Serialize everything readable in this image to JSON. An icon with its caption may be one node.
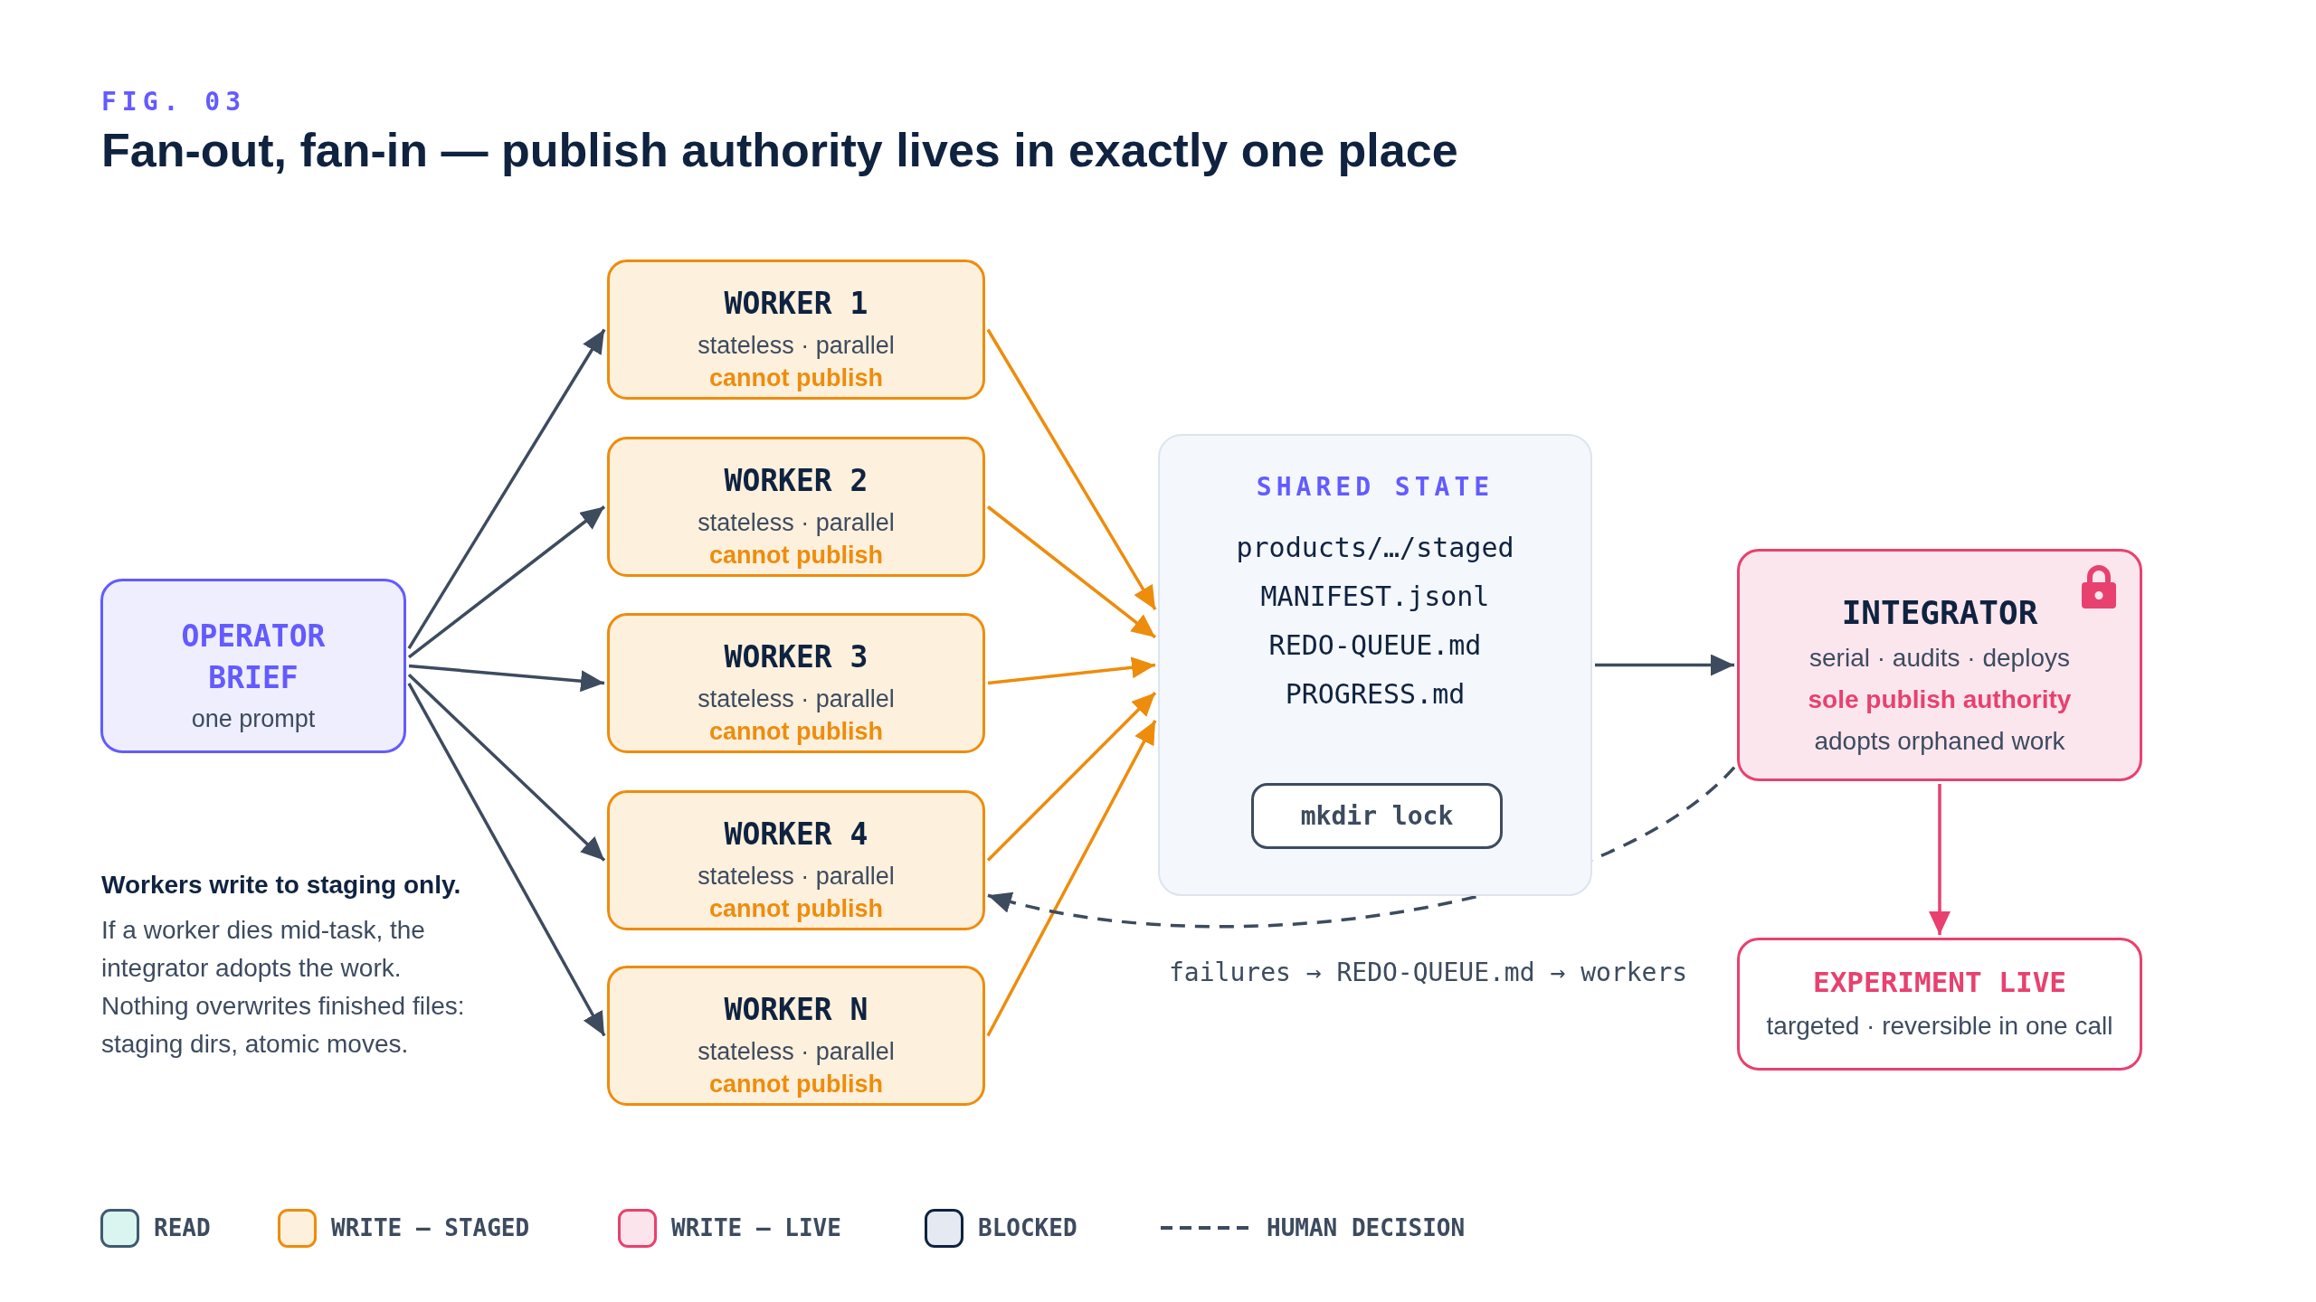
{
  "diagram": {
    "title": "Fan-out, fan-in — publish authority lives in exactly one place",
    "nodes": [
      {
        "text": [
          "OPERATOR BRIEF",
          "one prompt"
        ]
      },
      {
        "text": [
          "WORKER 1",
          "stateless · parallel",
          "cannot publish"
        ]
      },
      {
        "text": [
          "WORKER 2",
          "stateless · parallel",
          "cannot publish"
        ]
      },
      {
        "text": [
          "WORKER 3",
          "stateless · parallel",
          "cannot publish"
        ]
      },
      {
        "text": [
          "WORKER 4",
          "stateless · parallel",
          "cannot publish"
        ]
      },
      {
        "text": [
          "WORKER N",
          "stateless · parallel",
          "cannot publish"
        ]
      },
      {
        "text": [
          "SHARED STATE",
          "products/…/staged",
          "MANIFEST.jsonl",
          "REDO-QUEUE.md",
          "PROGRESS.md"
        ]
      },
      {
        "text": [
          "mkdir lock"
        ],
        "in": 6
      },
      {
        "text": [
          "INTEGRATOR",
          "serial · audits · deploys",
          "sole publish authority",
          "adopts orphaned work"
        ]
      },
      {
        "text": [
          "EXPERIMENT LIVE",
          "targeted · reversible in one call"
        ]
      }
    ],
    "edges": [
      {
        "from": 0,
        "to": 1,
        "arrow": "to"
      },
      {
        "from": 0,
        "to": 2,
        "arrow": "to"
      },
      {
        "from": 0,
        "to": 3,
        "arrow": "to"
      },
      {
        "from": 0,
        "to": 4,
        "arrow": "to"
      },
      {
        "from": 0,
        "to": 5,
        "arrow": "to"
      },
      {
        "from": 1,
        "to": 6,
        "arrow": "to",
        "color": "#ee8c0c"
      },
      {
        "from": 2,
        "to": 6,
        "arrow": "to",
        "color": "#ee8c0c"
      },
      {
        "from": 3,
        "to": 6,
        "arrow": "to",
        "color": "#ee8c0c"
      },
      {
        "from": 4,
        "to": 6,
        "arrow": "to",
        "color": "#ee8c0c"
      },
      {
        "from": 5,
        "to": 6,
        "arrow": "to",
        "color": "#ee8c0c"
      },
      {
        "from": 6,
        "to": 8,
        "arrow": "to"
      },
      {
        "from": 8,
        "to": 9,
        "arrow": "to",
        "color": "#e8416f"
      },
      {
        "from": 8,
        "to": 4,
        "arrow": "to",
        "style": "dashed",
        "label": "failures → REDO-QUEUE.md → workers"
      }
    ],
    "labels": [
      "FIG. 03",
      "Workers write to staging only.",
      "If a worker dies mid-task, the integrator adopts the work. Nothing overwrites finished files: staging dirs, atomic moves."
    ],
    "legend": [
      {
        "text": "READ",
        "color": "#daf5ef"
      },
      {
        "text": "WRITE — STAGED",
        "color": "#fdf0dc"
      },
      {
        "text": "WRITE — LIVE",
        "color": "#fce4ec"
      },
      {
        "text": "BLOCKED",
        "color": "#e4e9f2"
      },
      {
        "text": "HUMAN DECISION"
      }
    ]
  }
}
